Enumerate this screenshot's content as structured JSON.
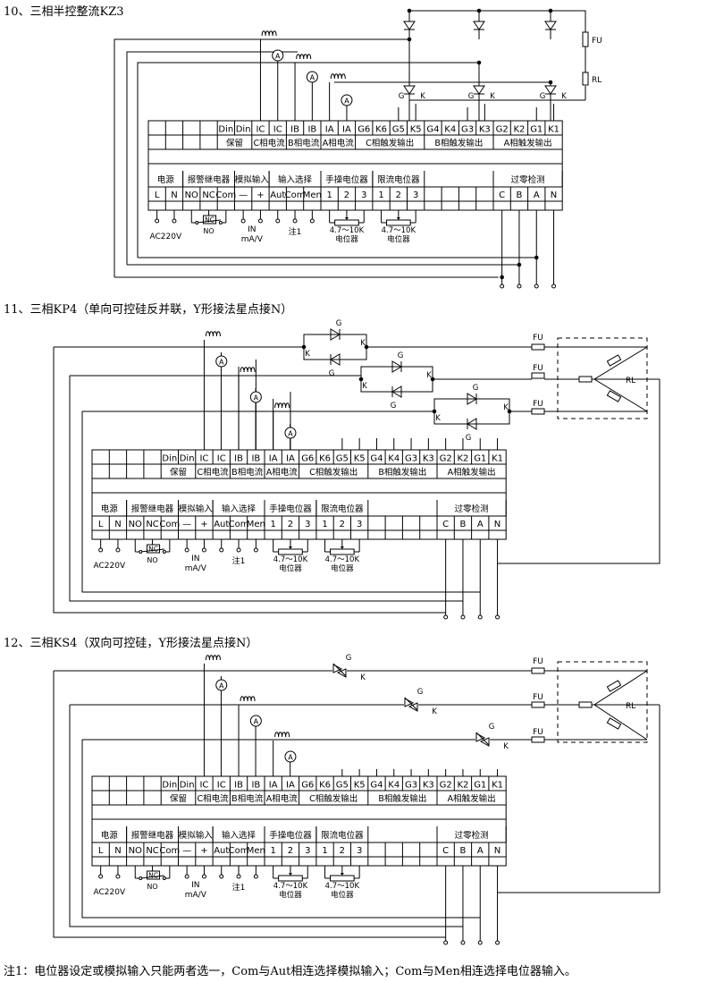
{
  "sections": [
    {
      "title": "10、三相半控整流KZ3",
      "labels": {
        "fu": "FU",
        "rl": "RL"
      }
    },
    {
      "title": "11、三相KP4（单向可控硅反并联，Y形接法星点接N）",
      "labels": {
        "fu": "FU",
        "rl": "RL"
      }
    },
    {
      "title": "12、三相KS4（双向可控硅，Y形接法星点接N）",
      "labels": {
        "fu": "FU",
        "rl": "RL"
      }
    }
  ],
  "terminal_block": {
    "top_pins": [
      "Din",
      "Din",
      "IC",
      "IC",
      "IB",
      "IB",
      "IA",
      "IA",
      "G6",
      "K6",
      "G5",
      "K5",
      "G4",
      "K4",
      "G3",
      "K3",
      "G2",
      "K2",
      "G1",
      "K1"
    ],
    "top_groups": [
      "保留",
      "C相电流",
      "B相电流",
      "A相电流",
      "C相触发输出",
      "B相触发输出",
      "A相触发输出"
    ],
    "bottom_groups": [
      "电源",
      "报警继电器",
      "模拟输入",
      "输入选择",
      "手操电位器",
      "限流电位器",
      "过零检测"
    ],
    "bottom_pins": [
      "L",
      "N",
      "NO",
      "NC",
      "Com",
      "—",
      "+",
      "Aut",
      "Com",
      "Men",
      "1",
      "2",
      "3",
      "1",
      "2",
      "3",
      "C",
      "B",
      "A",
      "N"
    ],
    "sub_labels": {
      "ac": "AC220V",
      "no": "NO",
      "nc": "NC",
      "in": "IN",
      "unit": "mA/V",
      "note1": "注1",
      "pot_range": "4.7～10K",
      "pot_name": "电位器"
    }
  },
  "device_labels": {
    "gate": "G",
    "cathode": "K",
    "ammeter": "A"
  },
  "footnote": "注1：电位器设定或模拟输入只能两者选一，Com与Aut相连选择模拟输入；Com与Men相连选择电位器输入。"
}
